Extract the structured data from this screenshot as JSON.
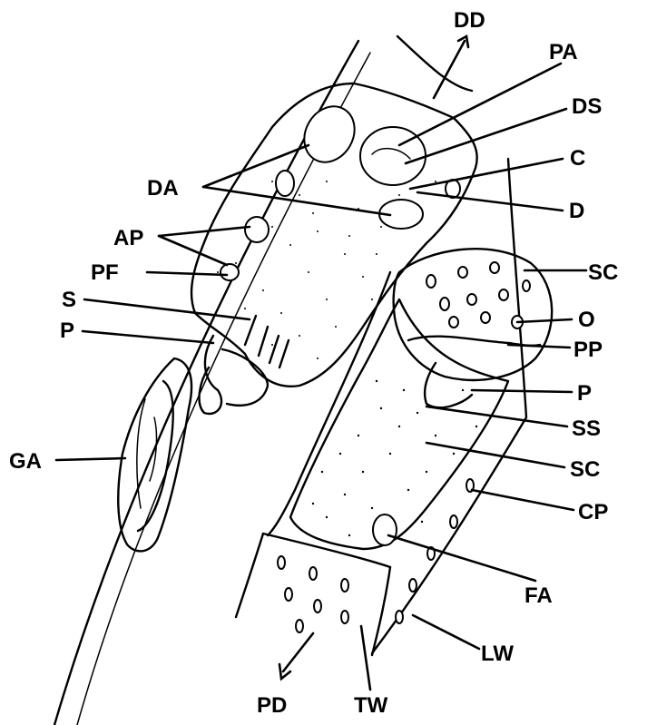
{
  "figure": {
    "labels": {
      "dd": "DD",
      "pa": "PA",
      "ds": "DS",
      "c": "C",
      "d": "D",
      "da": "DA",
      "ap": "AP",
      "pf": "PF",
      "s": "S",
      "p_left": "P",
      "sc_top": "SC",
      "o": "O",
      "pp": "PP",
      "p_right": "P",
      "ss": "SS",
      "sc_mid": "SC",
      "ga": "GA",
      "cp": "CP",
      "fa": "FA",
      "lw": "LW",
      "pd": "PD",
      "tw": "TW"
    },
    "colors": {
      "ink": "#000000",
      "paper": "#ffffff"
    }
  }
}
